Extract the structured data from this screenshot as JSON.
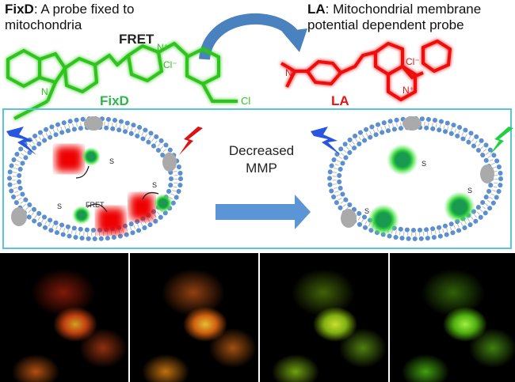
{
  "header": {
    "fixd_name": "FixD",
    "fixd_desc_line1": ":  A probe fixed to",
    "fixd_desc_line2": "mitochondria",
    "la_name": "LA",
    "la_desc_line1": ":  Mitochondrial membrane",
    "la_desc_line2": "potential dependent probe",
    "fret_label": "FRET"
  },
  "structures": {
    "fixd_label": "FixD",
    "la_label": "LA",
    "fixd_counterion": "Cl⁻",
    "fixd_chloride": "Cl",
    "fixd_nitrogen": "N⁺",
    "fixd_n": "N",
    "la_counterion": "Cl⁻",
    "la_nitrogen": "N⁺",
    "la_n": "N",
    "fixd_color": "#33dd22",
    "la_color": "#ee1111"
  },
  "scheme": {
    "arrow_label_line1": "Decreased",
    "arrow_label_line2": "MMP",
    "inner_fret_label": "FRET",
    "sulfur": "S",
    "border_color": "#5bc3de",
    "membrane_color": "#5b8fd0"
  },
  "micrographs": {
    "panel_count": 4
  }
}
